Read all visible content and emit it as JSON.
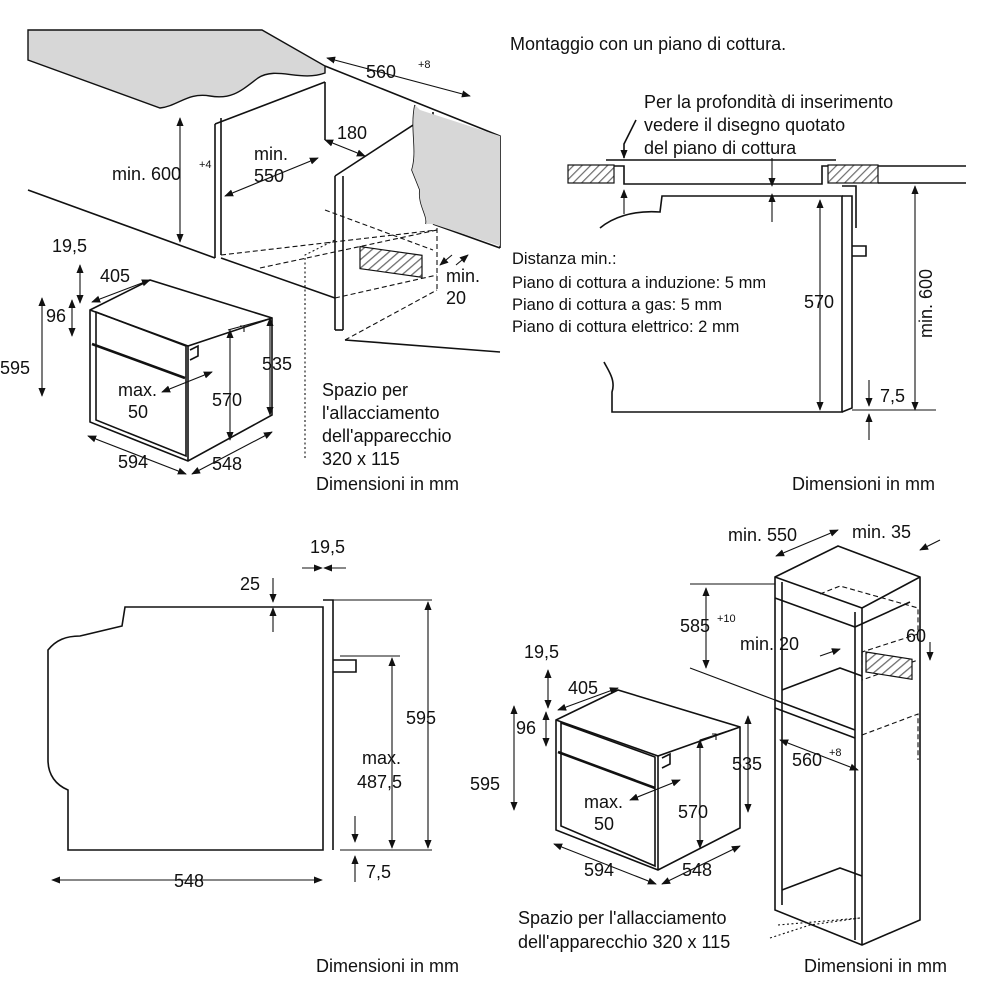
{
  "colors": {
    "line": "#111111",
    "counter_top": "#d7d7d7",
    "hatch": "#8a8a8a",
    "background": "#ffffff"
  },
  "panel_top_left": {
    "dims": {
      "niche_depth": "560",
      "niche_depth_sup": "+8",
      "counter_height": "min. 600",
      "counter_height_sup": "+4",
      "niche_inner_a": "min.",
      "niche_inner_b": "550",
      "panel_depth": "180",
      "gap_a": "min.",
      "gap_b": "20",
      "front_offset": "19,5",
      "front_depth": "405",
      "top_offset": "96",
      "height": "595",
      "inner_height": "535",
      "max_a": "max.",
      "max_b": "50",
      "cavity": "570",
      "width": "594",
      "depth": "548"
    },
    "connection_note": [
      "Spazio per",
      "l'allacciamento",
      "dell'apparecchio",
      "320 x 115"
    ],
    "footer": "Dimensioni in mm"
  },
  "panel_top_right": {
    "title": "Montaggio con un piano di cottura.",
    "note": [
      "Per la profondità di inserimento",
      "vedere il disegno quotato",
      "del piano di cottura"
    ],
    "distances": [
      "Distanza min.:",
      "Piano di cottura a induzione: 5 mm",
      "Piano di cottura a gas: 5 mm",
      "Piano di cottura elettrico: 2 mm"
    ],
    "dims": {
      "height": "570",
      "min_height": "min. 600",
      "bottom": "7,5"
    },
    "footer": "Dimensioni in mm"
  },
  "panel_bottom_left": {
    "dims": {
      "front": "19,5",
      "top": "25",
      "height": "595",
      "max_a": "max.",
      "max_b": "487,5",
      "depth": "548",
      "bottom": "7,5"
    },
    "footer": "Dimensioni in mm"
  },
  "panel_bottom_right": {
    "dims": {
      "niche_depth": "min. 550",
      "side": "min. 35",
      "opening": "585",
      "opening_sup": "+10",
      "gap": "min. 20",
      "vent": "60",
      "niche_width": "560",
      "niche_width_sup": "+8",
      "front_offset": "19,5",
      "front_depth": "405",
      "top_offset": "96",
      "height": "595",
      "inner_height": "535",
      "max_a": "max.",
      "max_b": "50",
      "cavity": "570",
      "width": "594",
      "depth": "548"
    },
    "connection_note": [
      "Spazio per l'allacciamento",
      "dell'apparecchio 320 x 115"
    ],
    "footer": "Dimensioni in mm"
  }
}
